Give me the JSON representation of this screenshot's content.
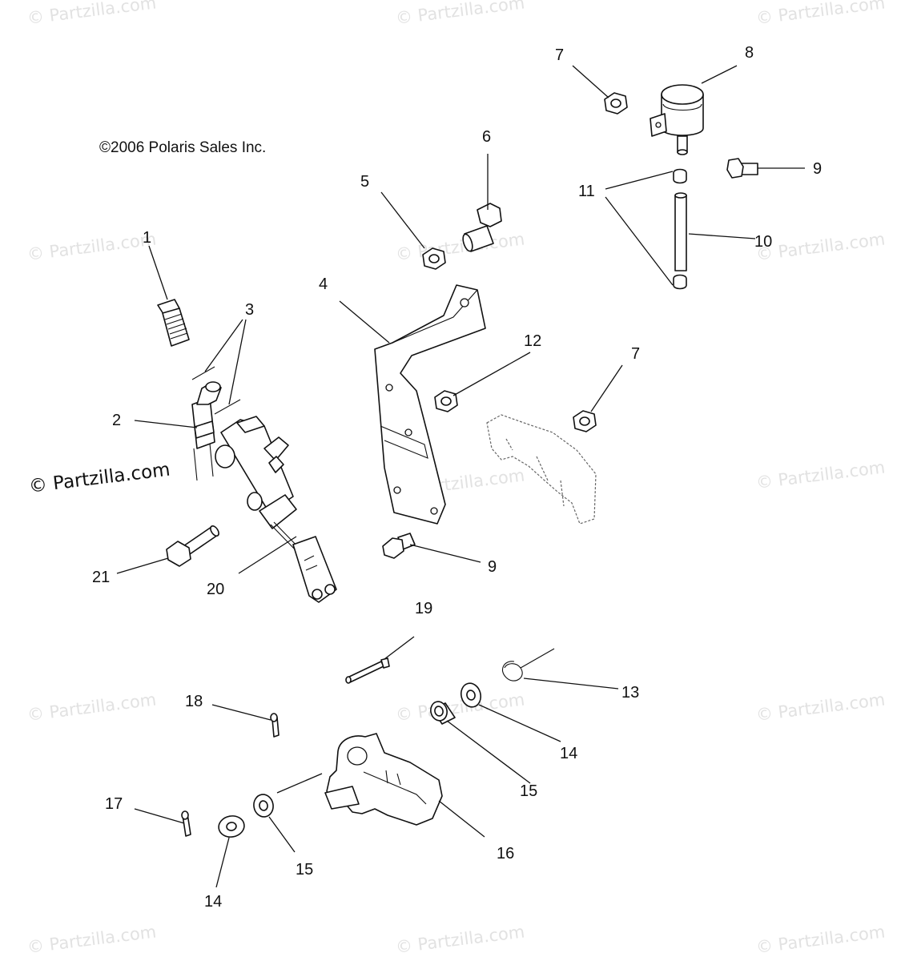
{
  "copyright": "©2006 Polaris Sales Inc.",
  "watermark": "© Partzilla.com",
  "watermark_prominent": "© Partzilla.com",
  "callouts": {
    "c1": "1",
    "c2": "2",
    "c3": "3",
    "c4": "4",
    "c5": "5",
    "c6": "6",
    "c7a": "7",
    "c7b": "7",
    "c8": "8",
    "c9a": "9",
    "c9b": "9",
    "c10": "10",
    "c11": "11",
    "c12": "12",
    "c13": "13",
    "c14a": "14",
    "c14b": "14",
    "c15a": "15",
    "c15b": "15",
    "c16": "16",
    "c17": "17",
    "c18": "18",
    "c19": "19",
    "c20": "20",
    "c21": "21"
  },
  "colors": {
    "line": "#111111",
    "watermark": "#e2e2e2",
    "background": "#ffffff"
  }
}
